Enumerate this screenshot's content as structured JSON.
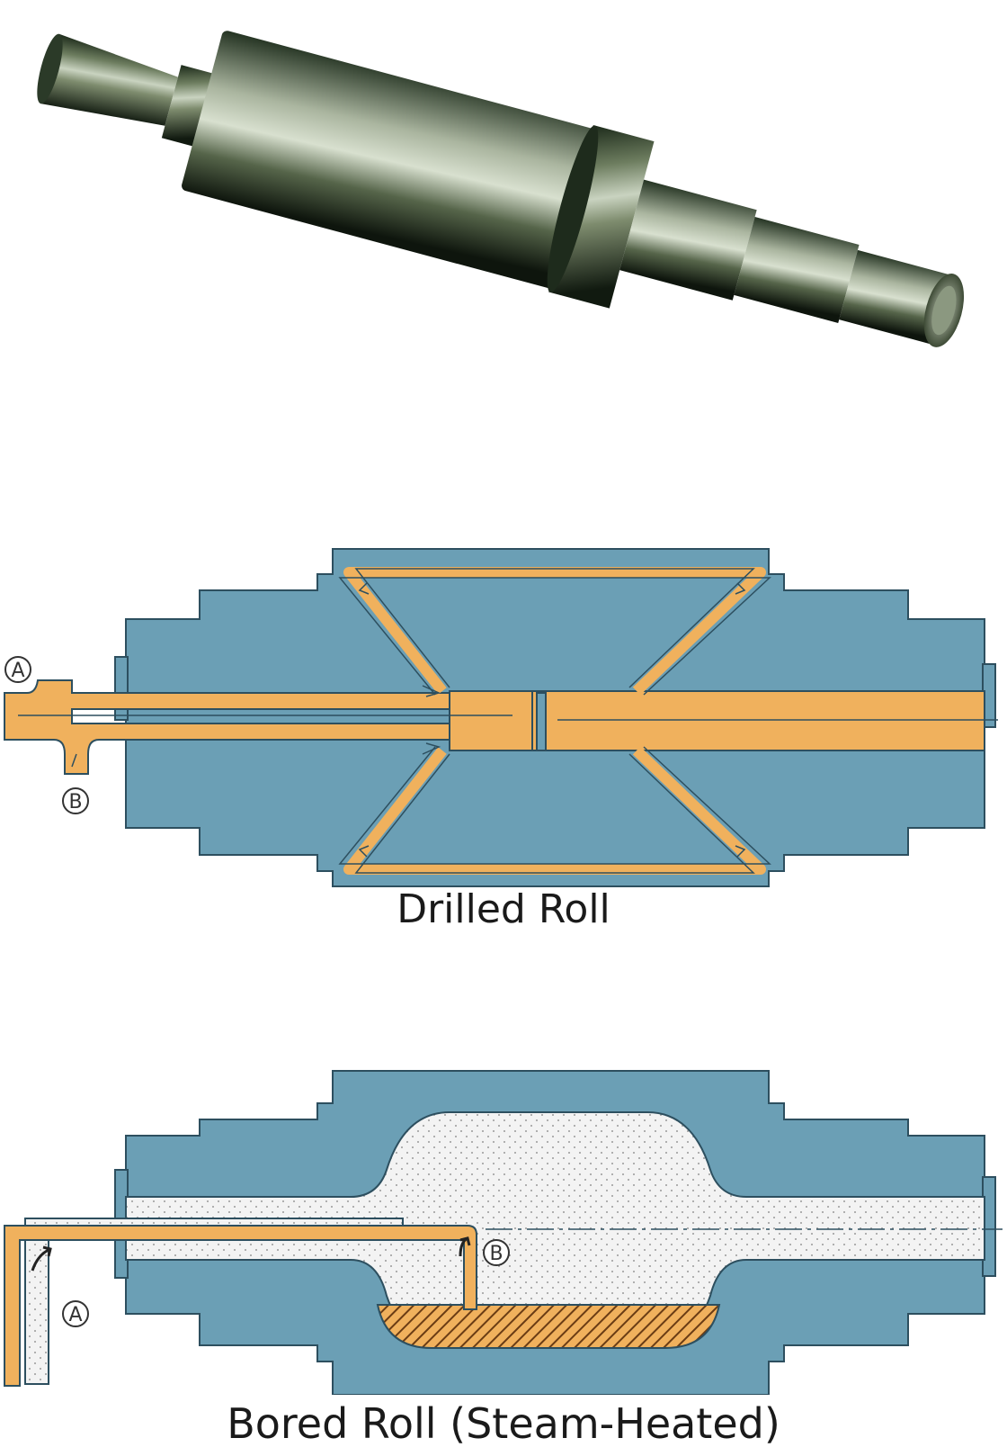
{
  "photo": {
    "icon": "forged-roll-photo"
  },
  "drilled_roll": {
    "caption": "Drilled Roll",
    "label_a": "A",
    "label_b": "B",
    "colors": {
      "body": "#6b9fb5",
      "channel": "#f0b15d",
      "outline": "#2d4f5f"
    }
  },
  "bored_roll": {
    "caption": "Bored Roll (Steam-Heated)",
    "label_a": "A",
    "label_b": "B",
    "colors": {
      "body": "#6b9fb5",
      "steam": "#f3f3f3",
      "pipe": "#f0b15d",
      "condensate": "#c77a2c"
    }
  }
}
